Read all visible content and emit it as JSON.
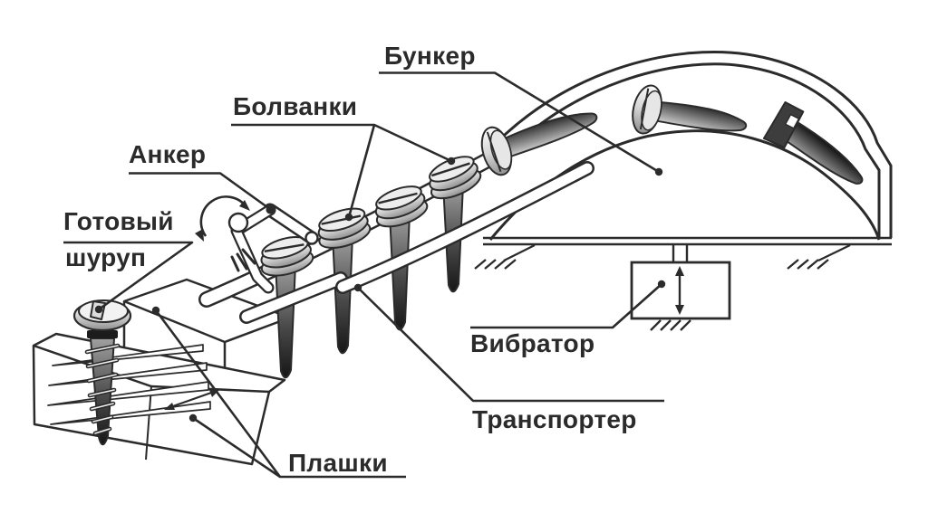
{
  "labels": {
    "bunker": "Бункер",
    "blanks": "Болванки",
    "anchor": "Анкер",
    "finished_screw_line1": "Готовый",
    "finished_screw_line2": "шуруп",
    "vibrator": "Вибратор",
    "conveyor": "Транспортер",
    "dies": "Плашки"
  },
  "colors": {
    "ink": "#2b2b2b",
    "background": "#ffffff",
    "metal_light": "#f4f4f4",
    "metal_mid": "#9e9e9e",
    "metal_dark": "#1e1e1e"
  }
}
